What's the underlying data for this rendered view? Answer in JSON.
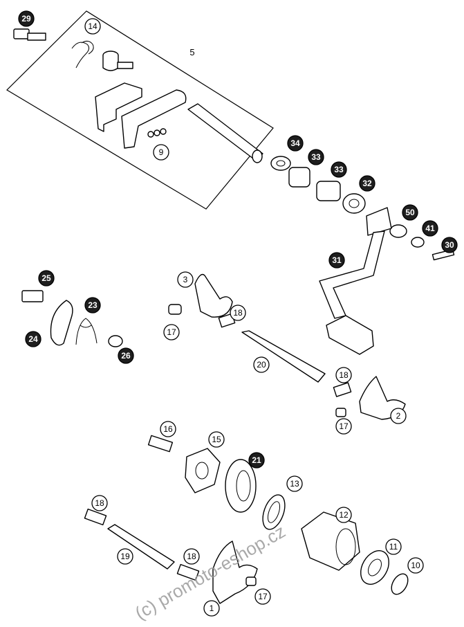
{
  "callouts": [
    {
      "id": "29",
      "style": "filled"
    },
    {
      "id": "14",
      "style": "outline"
    },
    {
      "id": "9",
      "style": "outline"
    },
    {
      "id": "34",
      "style": "filled"
    },
    {
      "id": "33",
      "style": "filled"
    },
    {
      "id": "33",
      "style": "filled"
    },
    {
      "id": "32",
      "style": "filled"
    },
    {
      "id": "50",
      "style": "filled"
    },
    {
      "id": "41",
      "style": "filled"
    },
    {
      "id": "30",
      "style": "filled"
    },
    {
      "id": "31",
      "style": "filled"
    },
    {
      "id": "25",
      "style": "filled"
    },
    {
      "id": "23",
      "style": "filled"
    },
    {
      "id": "24",
      "style": "filled"
    },
    {
      "id": "26",
      "style": "filled"
    },
    {
      "id": "3",
      "style": "outline"
    },
    {
      "id": "18",
      "style": "outline"
    },
    {
      "id": "17",
      "style": "outline"
    },
    {
      "id": "20",
      "style": "outline"
    },
    {
      "id": "18",
      "style": "outline"
    },
    {
      "id": "2",
      "style": "outline"
    },
    {
      "id": "17",
      "style": "outline"
    },
    {
      "id": "16",
      "style": "outline"
    },
    {
      "id": "15",
      "style": "outline"
    },
    {
      "id": "21",
      "style": "filled"
    },
    {
      "id": "13",
      "style": "outline"
    },
    {
      "id": "12",
      "style": "outline"
    },
    {
      "id": "18",
      "style": "outline"
    },
    {
      "id": "19",
      "style": "outline"
    },
    {
      "id": "18",
      "style": "outline"
    },
    {
      "id": "11",
      "style": "outline"
    },
    {
      "id": "10",
      "style": "outline"
    },
    {
      "id": "17",
      "style": "outline"
    },
    {
      "id": "1",
      "style": "outline"
    }
  ],
  "assembly_label": "5",
  "watermark": "(c) promoto-eshop.cz"
}
